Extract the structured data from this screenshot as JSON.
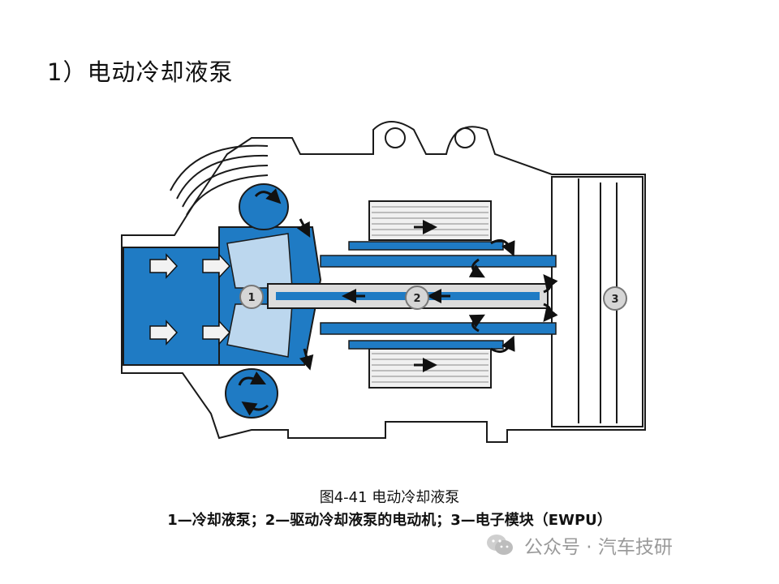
{
  "title": "1）电动冷却液泵",
  "diagram": {
    "markers": [
      "1",
      "2",
      "3"
    ],
    "icons": [
      "flow-arrow",
      "circular-flow-arrow"
    ],
    "colors": {
      "coolant": "#1f7bc4",
      "coolant_light": "#4aa0dc",
      "outline": "#1a1a1a",
      "shaft": "#dcdcdc",
      "marker": "#9a9a9a"
    }
  },
  "caption": {
    "figure": "图4-41  电动冷却液泵",
    "legend": "1—冷却液泵；2—驱动冷却液泵的电动机；3—电子模块（EWPU）"
  },
  "watermark": {
    "text": "公众号 · 汽车技研"
  }
}
